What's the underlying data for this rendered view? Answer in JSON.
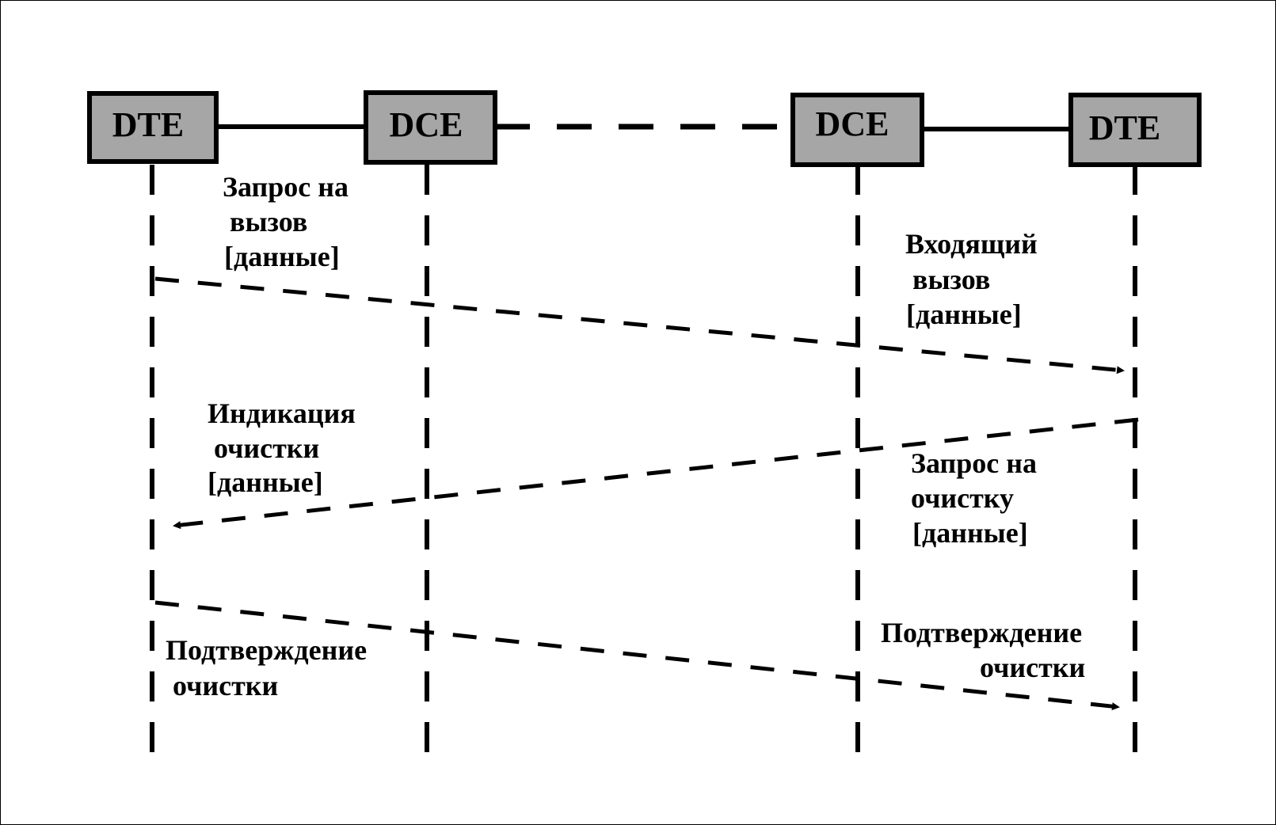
{
  "nodes": {
    "dte_left": "DTE",
    "dce_left": "DCE",
    "dce_right": "DCE",
    "dte_right": "DTE"
  },
  "messages": {
    "call_request": [
      "Запрос на",
      "вызов",
      "[данные]"
    ],
    "incoming_call": [
      "Входящий",
      "вызов",
      "[данные]"
    ],
    "clear_indication": [
      "Индикация",
      "очистки",
      "[данные]"
    ],
    "clear_request": [
      "Запрос на",
      "очистку",
      "[данные]"
    ],
    "clear_confirm_left": [
      "Подтверждение",
      "очистки"
    ],
    "clear_confirm_right": [
      "Подтверждение",
      "очистки"
    ]
  }
}
